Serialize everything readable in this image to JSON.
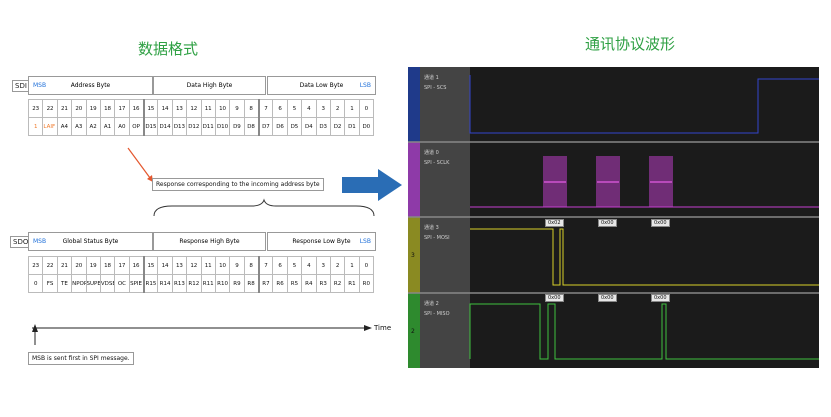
{
  "titles": {
    "left": "数据格式",
    "right": "通讯协议波形"
  },
  "sdi": {
    "label": "SDI",
    "groups": [
      "Address Byte",
      "Data High Byte",
      "Data Low Byte"
    ],
    "msb": "MSB",
    "lsb": "LSB",
    "bits": [
      "23",
      "22",
      "21",
      "20",
      "19",
      "18",
      "17",
      "16",
      "15",
      "14",
      "13",
      "12",
      "11",
      "10",
      "9",
      "8",
      "7",
      "6",
      "5",
      "4",
      "3",
      "2",
      "1",
      "0"
    ],
    "fields": [
      "1",
      "LAIF = 1",
      "A4",
      "A3",
      "A2",
      "A1",
      "A0",
      "OP",
      "D15",
      "D14",
      "D13",
      "D12",
      "D11",
      "D10",
      "D9",
      "D8",
      "D7",
      "D6",
      "D5",
      "D4",
      "D3",
      "D2",
      "D1",
      "D0"
    ]
  },
  "response_note": "Response corresponding to the incoming address byte",
  "sdo": {
    "label": "SDO",
    "groups": [
      "Global Status Byte",
      "Response High Byte",
      "Response Low Byte"
    ],
    "msb": "MSB",
    "lsb": "LSB",
    "bits": [
      "23",
      "22",
      "21",
      "20",
      "19",
      "18",
      "17",
      "16",
      "15",
      "14",
      "13",
      "12",
      "11",
      "10",
      "9",
      "8",
      "7",
      "6",
      "5",
      "4",
      "3",
      "2",
      "1",
      "0"
    ],
    "fields": [
      "0",
      "FS",
      "TE",
      "NPOR",
      "SUPE",
      "VDSE",
      "OC",
      "SPIE",
      "R15",
      "R14",
      "R13",
      "R12",
      "R11",
      "R10",
      "R9",
      "R8",
      "R7",
      "R6",
      "R5",
      "R4",
      "R3",
      "R2",
      "R1",
      "R0"
    ]
  },
  "time_label": "Time",
  "footnote": "MSB is sent first in SPI message.",
  "scope": {
    "channels": [
      {
        "name": "通道 1",
        "sub": "SPI - SCS",
        "color": "#3344cc"
      },
      {
        "name": "通道 0",
        "sub": "SPI - SCLK",
        "color": "#c63fd0"
      },
      {
        "name": "通道 3",
        "sub": "SPI - MOSI",
        "color": "#d8d22a"
      },
      {
        "name": "通道 2",
        "sub": "SPI - MISO",
        "color": "#3fc23f"
      }
    ],
    "mosi_tags": [
      "0x02",
      "0x00",
      "0x00"
    ],
    "miso_tags": [
      "0x00",
      "0x00",
      "0x00"
    ],
    "side_numbers": [
      "3",
      "2"
    ]
  }
}
